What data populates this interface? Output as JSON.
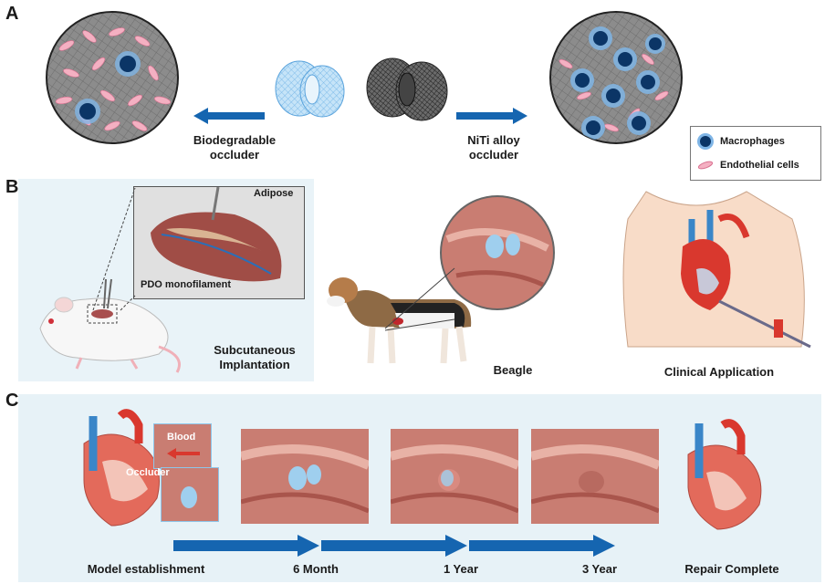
{
  "panels": {
    "a": {
      "letter": "A",
      "left_label_1": "Biodegradable",
      "left_label_2": "occluder",
      "right_label_1": "NiTi alloy",
      "right_label_2": "occluder",
      "legend": {
        "macrophages": "Macrophages",
        "endothelial": "Endothelial cells"
      }
    },
    "b": {
      "letter": "B",
      "adipose": "Adipose",
      "pdo": "PDO monofilament",
      "subcut_1": "Subcutaneous",
      "subcut_2": "Implantation",
      "beagle": "Beagle",
      "clinical": "Clinical Application"
    },
    "c": {
      "letter": "C",
      "blood": "Blood",
      "occluder": "Occluder",
      "timeline": [
        "Model establishment",
        "6 Month",
        "1 Year",
        "3 Year",
        "Repair Complete"
      ]
    }
  },
  "colors": {
    "arrow_blue": "#1565b0",
    "macrophage": "#0b3566",
    "endothelial": "#f2a3b8",
    "tissue": "#c97d72",
    "occluder_blue": "#9fcfee"
  }
}
